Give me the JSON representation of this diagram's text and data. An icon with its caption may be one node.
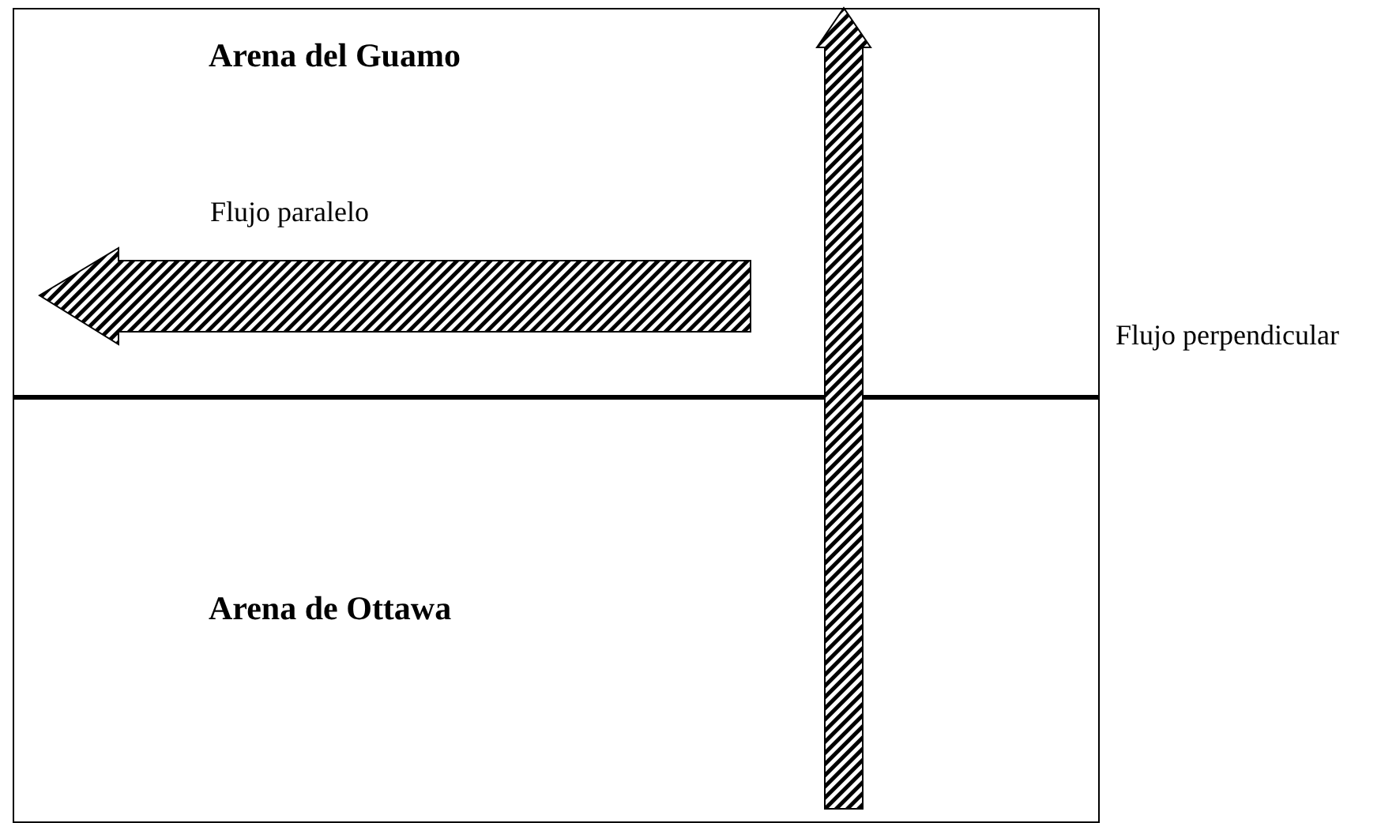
{
  "diagram": {
    "nodes": [
      {
        "text": [
          "Arena del Guamo"
        ]
      },
      {
        "text": [
          "Arena de Ottawa"
        ]
      }
    ],
    "labels": [
      "Flujo paralelo",
      "Flujo perpendicular"
    ]
  }
}
